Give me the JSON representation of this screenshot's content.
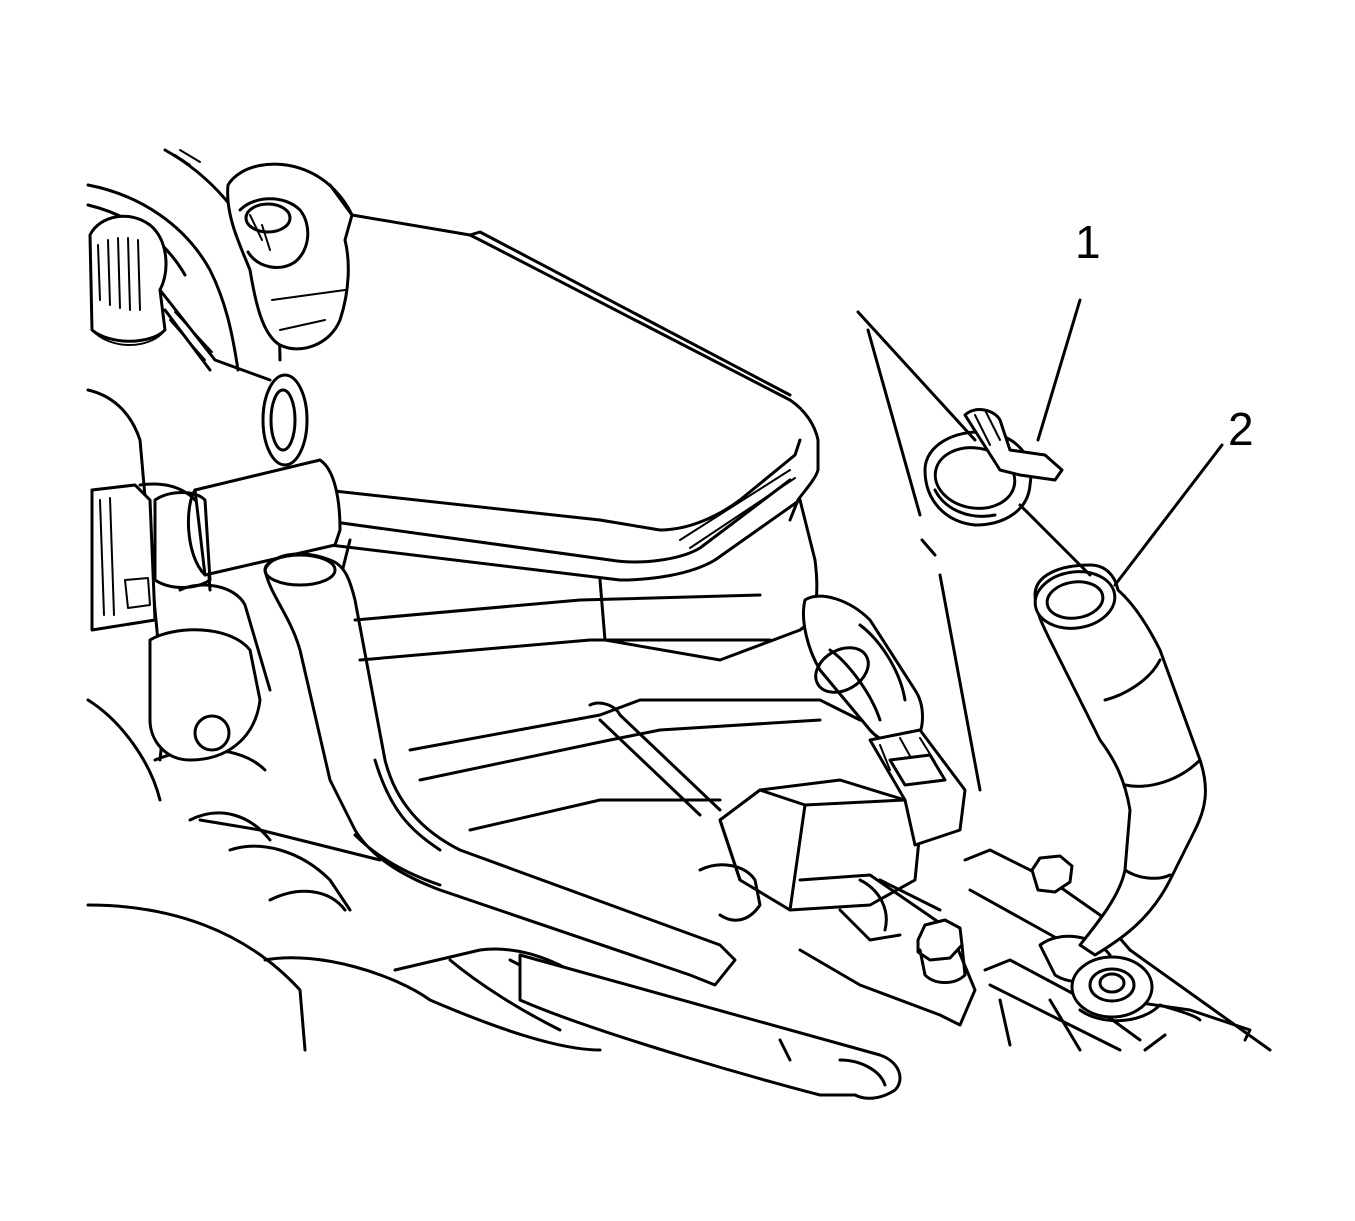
{
  "callouts": [
    {
      "id": "1",
      "label": "1"
    },
    {
      "id": "2",
      "label": "2"
    }
  ],
  "colors": {
    "line": "#000000",
    "background": "#ffffff"
  },
  "icons": [
    "hose-clamp-icon",
    "hose-end-icon"
  ]
}
